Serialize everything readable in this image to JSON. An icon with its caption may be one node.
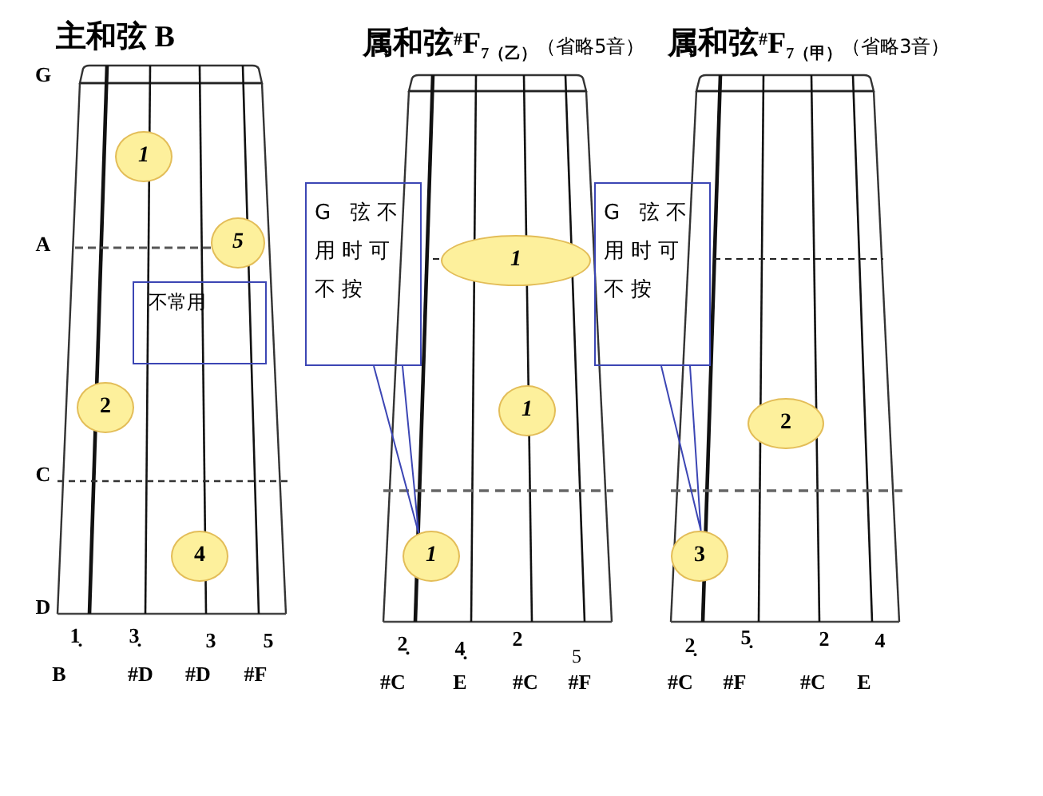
{
  "diagram": {
    "nodes": [
      {
        "text": [
          "主和弦 B"
        ]
      },
      {
        "text": [
          "1"
        ],
        "in": 0
      },
      {
        "text": [
          "5"
        ],
        "in": 0
      },
      {
        "text": [
          "不常用"
        ],
        "in": 0
      },
      {
        "text": [
          "2"
        ],
        "in": 0
      },
      {
        "text": [
          "4"
        ],
        "in": 0
      },
      {
        "text": [
          "**属和弦**$^{#}$**F**$_{7（乙）}$（省略5音）"
        ]
      },
      {
        "text": [
          "G 弦不用时可不按"
        ]
      },
      {
        "text": [
          "1"
        ],
        "in": 6
      },
      {
        "text": [
          "1"
        ],
        "in": 6
      },
      {
        "text": [
          "1"
        ],
        "in": 6
      },
      {
        "text": [
          "**属和弦**$^{#}$**F**$_{7（甲）}$（省略3音）"
        ]
      },
      {
        "text": [
          "G 弦不用时可不按"
        ]
      },
      {
        "text": [
          "2"
        ],
        "in": 11
      },
      {
        "text": [
          "3"
        ],
        "in": 11
      }
    ],
    "edges": [
      {
        "from": 7,
        "to": 10,
        "arrow": "none"
      },
      {
        "from": 12,
        "to": 14,
        "arrow": "none"
      }
    ],
    "labels": [
      "G",
      "A",
      "C",
      "D",
      "1̣",
      "3̣",
      "3",
      "5",
      "2̣",
      "4̣",
      "2",
      "5",
      "2̣",
      "5̣",
      "2",
      "4",
      "B",
      "#D",
      "#D",
      "#F",
      "#C",
      "E",
      "#C",
      "#F",
      "#C",
      "#F",
      "#C",
      "E"
    ]
  }
}
